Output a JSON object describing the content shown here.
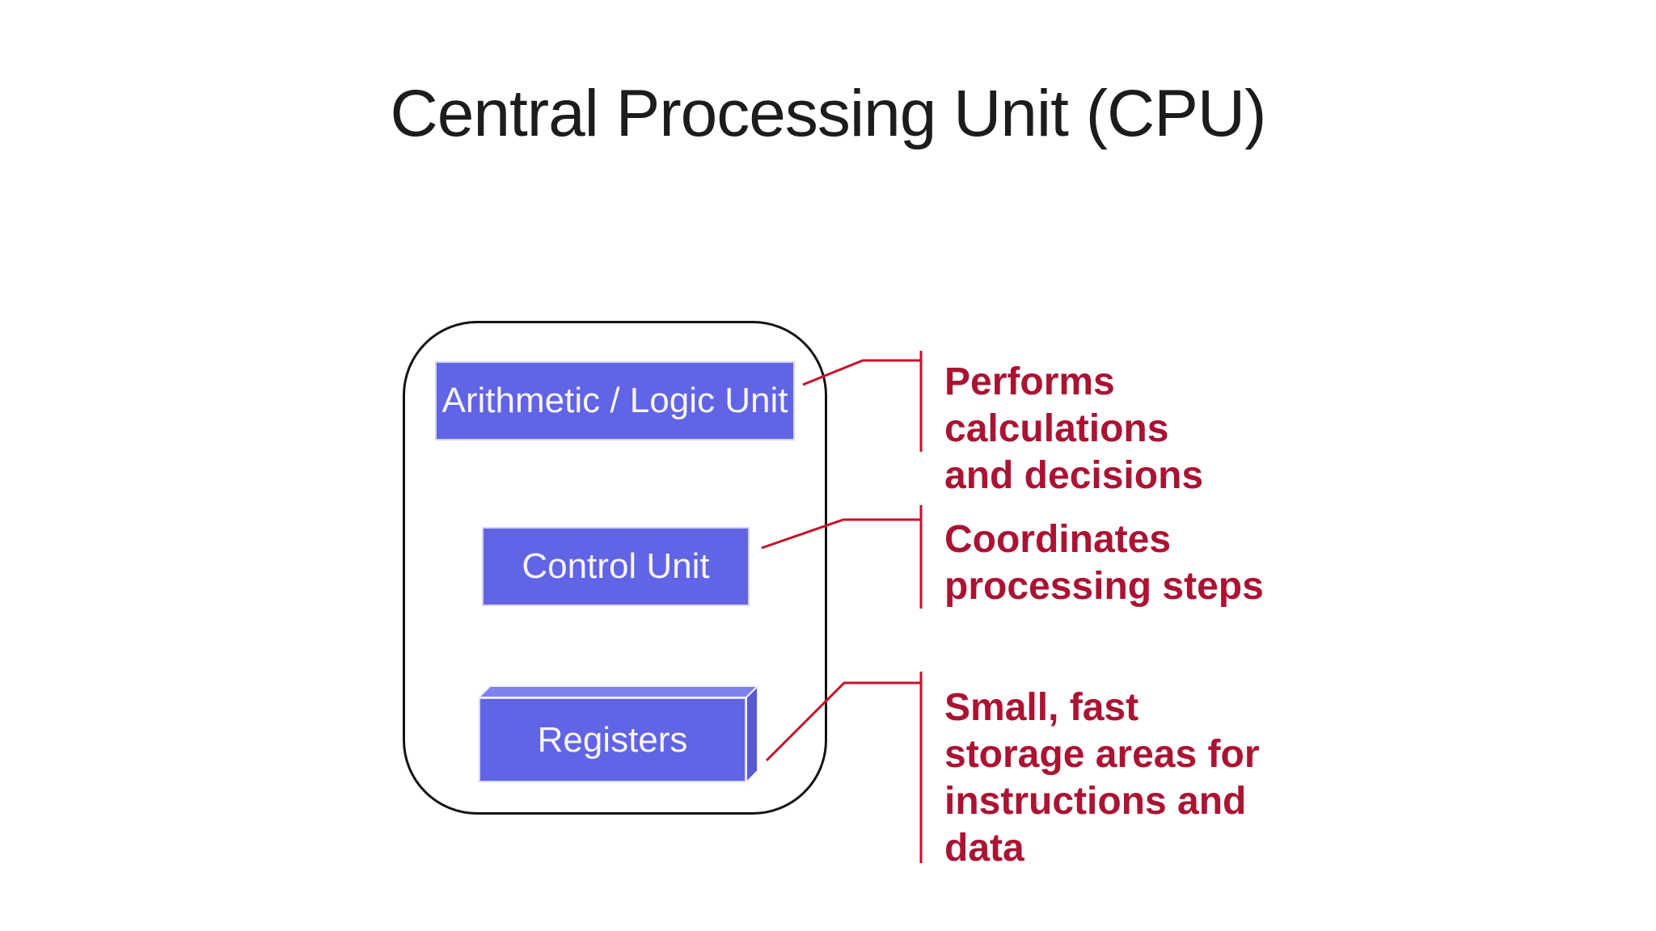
{
  "title": "Central Processing Unit (CPU)",
  "components": [
    {
      "label": "Arithmetic / Logic Unit",
      "note": "Performs calculations\nand decisions"
    },
    {
      "label": "Control Unit",
      "note": "Coordinates\nprocessing steps"
    },
    {
      "label": "Registers",
      "note": "Small, fast\nstorage areas for\ninstructions and\ndata"
    }
  ],
  "colors": {
    "background": "#ffffff",
    "title_color": "#1c1c1c",
    "outline_black": "#141414",
    "box_fill": "#6164e4",
    "box_fill_top": "#7f81ee",
    "box_fill_side": "#5759d4",
    "box_border": "#d4d4f0",
    "box_text": "#f6f6fd",
    "connector_red": "#c51228",
    "note_red": "#ab1332"
  }
}
